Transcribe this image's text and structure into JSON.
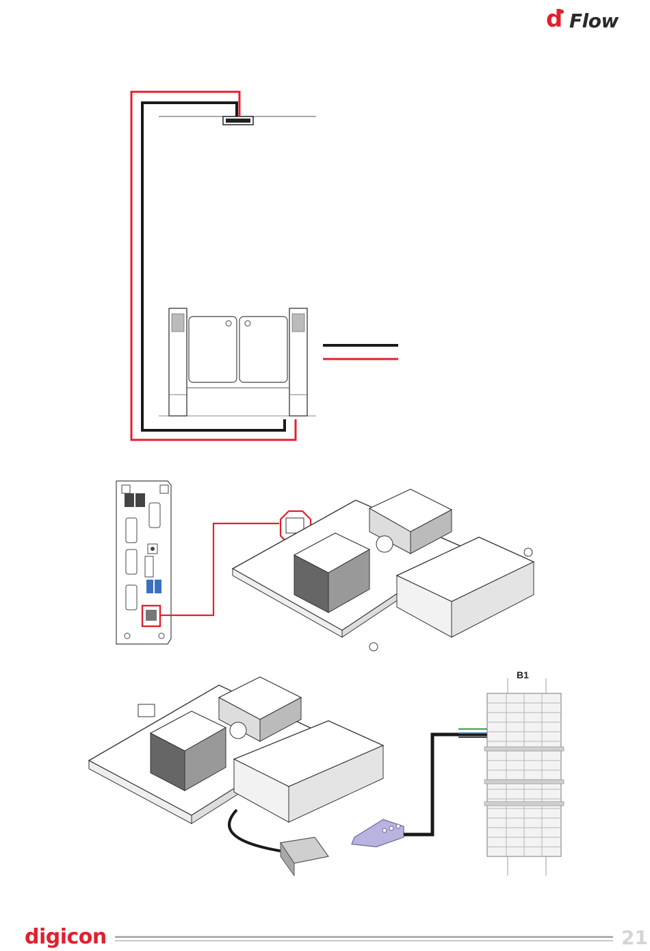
{
  "header": {
    "logo_mark": "d",
    "logo_text": "Flow"
  },
  "figures": {
    "terminal_block_label": "B1"
  },
  "footer": {
    "brand": "digicon",
    "page_number": "21"
  },
  "colors": {
    "accent": "#e0202e",
    "cable_dark": "#1a1a1a",
    "line_gray": "#777777"
  }
}
